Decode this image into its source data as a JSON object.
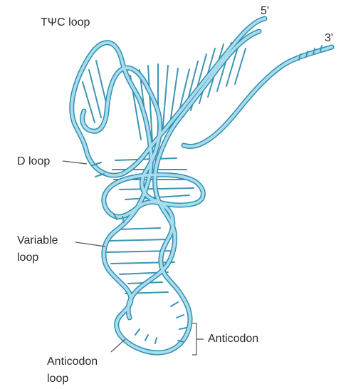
{
  "labels": {
    "tpsic_loop": "TΨC loop",
    "five_prime": "5'",
    "three_prime": "3'",
    "d_loop": "D loop",
    "variable_loop_line1": "Variable",
    "variable_loop_line2": "loop",
    "anticodon": "Anticodon",
    "anticodon_loop_line1": "Anticodon",
    "anticodon_loop_line2": "loop"
  },
  "colors": {
    "strand_outline": "#2f8fb0",
    "strand_fill": "#a9dcec",
    "text": "#2a2a2a"
  }
}
